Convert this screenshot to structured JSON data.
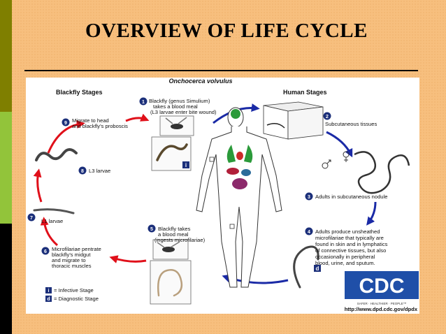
{
  "slide": {
    "title": "OVERVIEW OF LIFE CYCLE"
  },
  "diagram": {
    "species": "Onchocerca volvulus",
    "blackfly_header": "Blackfly Stages",
    "human_header": "Human Stages",
    "steps": [
      {
        "num": "1",
        "lines": [
          "Blackfly (genus Simulium)",
          "takes a blood meal",
          "(L3 larvae enter bite wound)"
        ]
      },
      {
        "num": "2",
        "lines": [
          "Subcutaneous tissues"
        ]
      },
      {
        "num": "3",
        "lines": [
          "Adults in subcutaneous nodule"
        ]
      },
      {
        "num": "4",
        "lines": [
          "Adults produce unsheathed",
          "microfilariae that typically are",
          "found in skin and in lymphatics",
          "of connective tissues,  but also",
          "occasionally in peripheral",
          "blood, urine, and sputum."
        ]
      },
      {
        "num": "5",
        "lines": [
          "Blackfly takes",
          "a blood meal",
          "(ingests microfilariae)"
        ]
      },
      {
        "num": "6",
        "lines": [
          "Microfilariae pentrate",
          "blackfly's midgut",
          "and migrate to",
          "thoracic muscles"
        ]
      },
      {
        "num": "7",
        "lines": [
          "L1 larvae"
        ]
      },
      {
        "num": "8",
        "lines": [
          "L3 larvae"
        ]
      },
      {
        "num": "9",
        "lines": [
          "Migrate to head",
          "and blackfly's proboscis"
        ]
      }
    ],
    "legend": [
      {
        "symbol": "i",
        "label": "= Infective Stage"
      },
      {
        "symbol": "d",
        "label": "= Diagnostic Stage"
      }
    ],
    "badge_i": "i",
    "badge_d": "d",
    "cdc": {
      "logo": "CDC",
      "tagline": "SAFER · HEALTHIER · PEOPLE™",
      "url": "http://www.dpd.cdc.gov/dpdx"
    },
    "colors": {
      "step_circle": "#1b2f7a",
      "arrow_red": "#e0101a",
      "arrow_blue": "#1a2aa6"
    }
  }
}
